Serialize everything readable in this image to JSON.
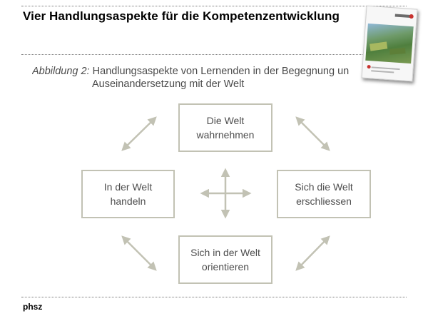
{
  "slide": {
    "title": "Vier Handlungsaspekte  für die Kompetenzentwicklung",
    "footer": "phsz"
  },
  "caption": {
    "figure_label": "Abbildung 2:",
    "line1": "Handlungsaspekte von Lernenden in der Begegnung un",
    "line2": "Auseinandersetzung mit der Welt"
  },
  "diagram": {
    "boxes": {
      "top": [
        "Die Welt",
        "wahrnehmen"
      ],
      "left": [
        "In der Welt",
        "handeln"
      ],
      "right": [
        "Sich die Welt",
        "erschliessen"
      ],
      "bottom": [
        "Sich in der Welt",
        "orientieren"
      ]
    },
    "arrow_color": "#c2c2b4"
  },
  "thumbnail": {
    "icon": "document-cover-thumbnail"
  }
}
